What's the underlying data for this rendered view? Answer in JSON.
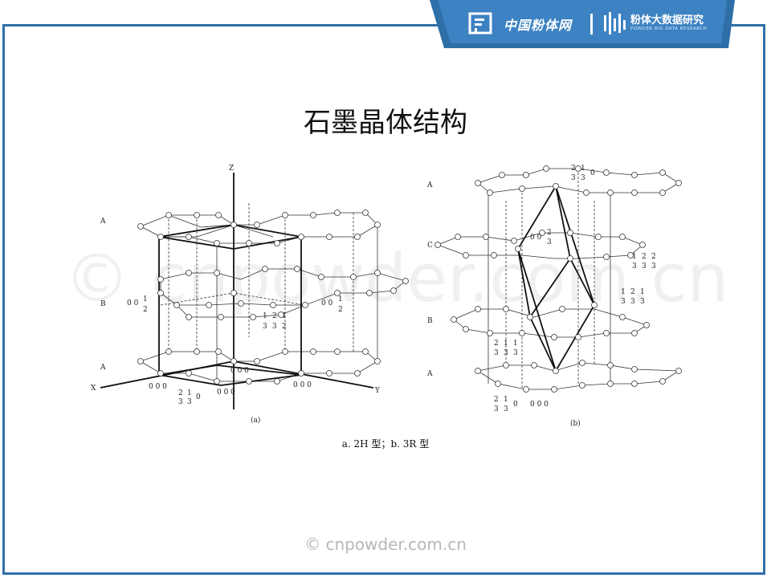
{
  "header": {
    "brand_name": "中国粉体网",
    "brand_name2": "粉体大数据研究",
    "brand_subtitle": "POWDER BIG DATA RESEARCH",
    "accent_color": "#2f6fa8"
  },
  "title": "石墨晶体结构",
  "caption": "a. 2H 型；b. 3R 型",
  "watermark": "© cnpowder.com.cn",
  "figure_a": {
    "label": "(a)",
    "axis_z": "Z",
    "axis_x": "X",
    "axis_y": "Y",
    "layer_labels": [
      "A",
      "B",
      "A"
    ],
    "coord_b_left": "0 0",
    "coord_b_right": "0 0",
    "coord_origin": "0 0 0",
    "coord_bottom_left": "0 0 0",
    "coord_bottom_mid": "0 0 0",
    "coord_bottom_right": "0 0 0",
    "frac_2": "2",
    "frac_1": "1",
    "frac_3": "3",
    "frac_0": "0"
  },
  "figure_b": {
    "label": "(b)",
    "layer_labels": [
      "A",
      "C",
      "B",
      "A"
    ],
    "coord_top_zero": "0",
    "coord_c_zero": "0 0",
    "coord_bottom": "0 0 0",
    "frac_2": "2",
    "frac_1": "1",
    "frac_3": "3",
    "frac_0": "0"
  }
}
